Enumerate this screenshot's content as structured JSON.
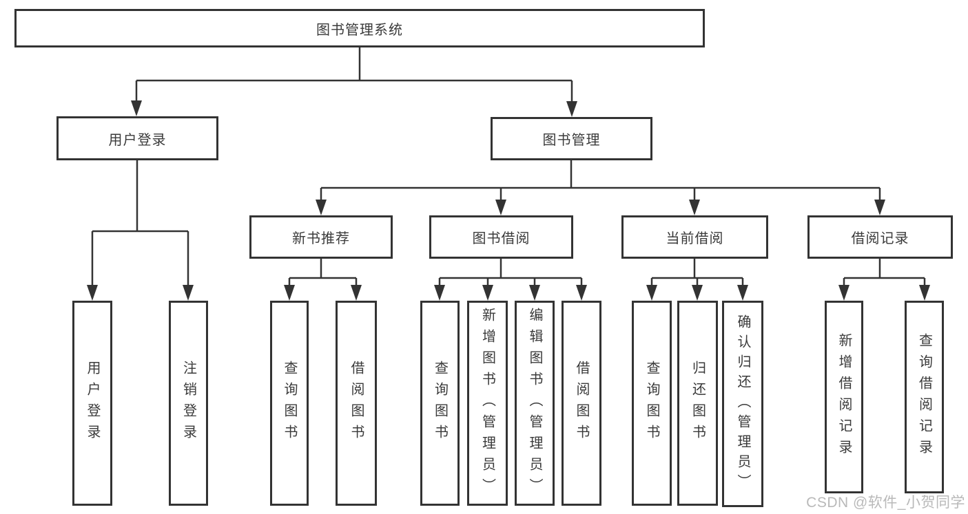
{
  "tree": {
    "root": {
      "label": "图书管理系统",
      "children": [
        {
          "label": "用户登录",
          "children": [
            {
              "label": "用户登录"
            },
            {
              "label": "注销登录"
            }
          ]
        },
        {
          "label": "图书管理",
          "children": [
            {
              "label": "新书推荐",
              "children": [
                {
                  "label": "查询图书"
                },
                {
                  "label": "借阅图书"
                }
              ]
            },
            {
              "label": "图书借阅",
              "children": [
                {
                  "label": "查询图书"
                },
                {
                  "label": "新增图书（管理员）"
                },
                {
                  "label": "编辑图书（管理员）"
                },
                {
                  "label": "借阅图书"
                }
              ]
            },
            {
              "label": "当前借阅",
              "children": [
                {
                  "label": "查询图书"
                },
                {
                  "label": "归还图书"
                },
                {
                  "label": "确认归还（管理员）"
                }
              ]
            },
            {
              "label": "借阅记录",
              "children": [
                {
                  "label": "新增借阅记录"
                },
                {
                  "label": "查询借阅记录"
                }
              ]
            }
          ]
        }
      ]
    }
  },
  "watermark": {
    "text": "CSDN @软件_小贺同学"
  },
  "colors": {
    "line": "#333333",
    "text": "#3a3a3a",
    "watermark": "#b9b9b9",
    "background": "#ffffff"
  }
}
